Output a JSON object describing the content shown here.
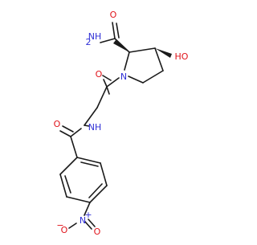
{
  "labels": {
    "amide_n": "NH",
    "amide_n_sub": "2",
    "amide_o": "O",
    "hydroxyl": "HO",
    "ring_n": "N",
    "acyl_o": "O",
    "linker_nh": "NH",
    "benzamide_o": "O",
    "nitro_n": "N",
    "nitro_n_charge": "+",
    "nitro_o_left": "O",
    "nitro_o_left_charge": "−",
    "nitro_o_right": "O"
  },
  "colors": {
    "bond": "#1a1a1a",
    "nitrogen": "#2f2fd6",
    "oxygen": "#e0141b"
  }
}
